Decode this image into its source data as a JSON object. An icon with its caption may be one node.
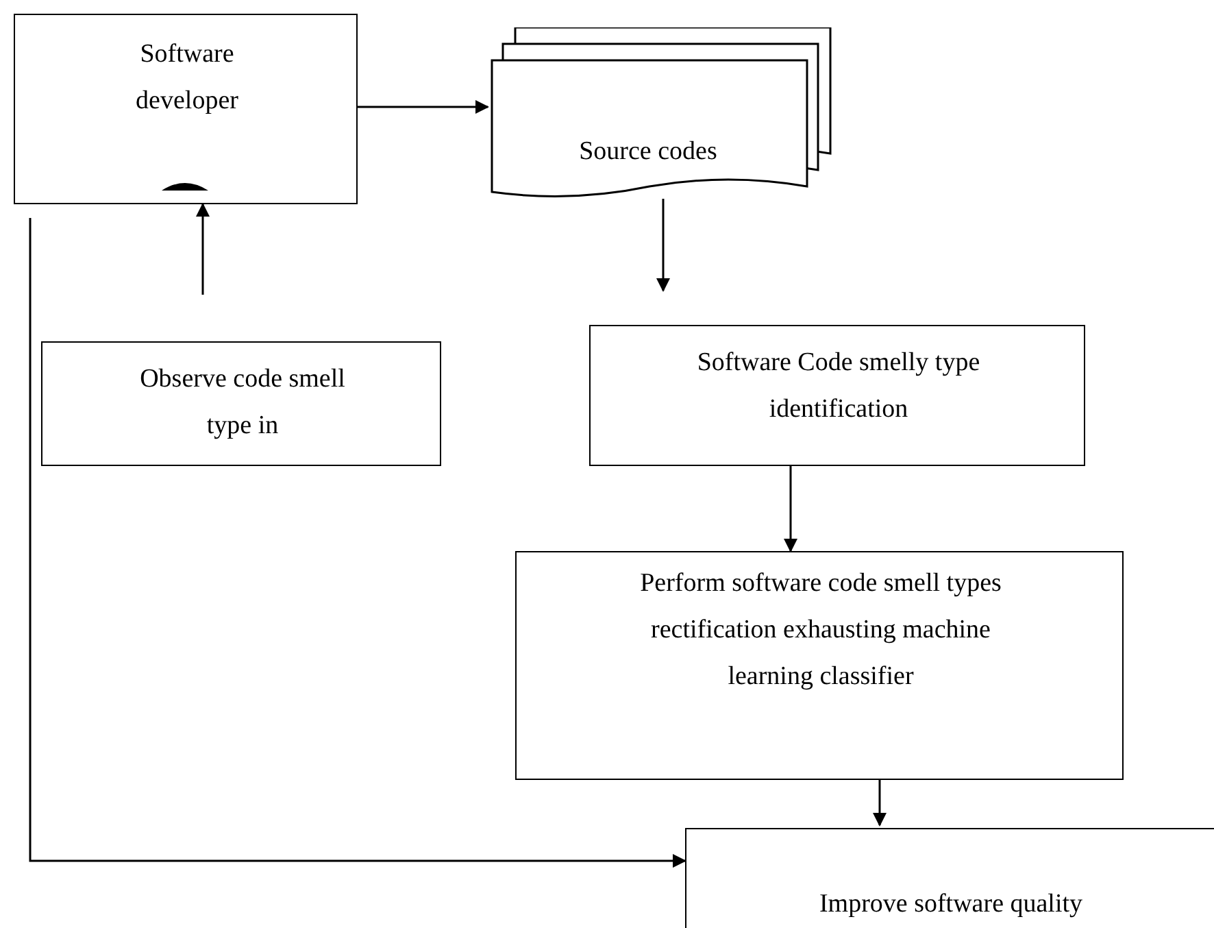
{
  "diagram": {
    "nodes": [
      {
        "text": [
          "Software developer"
        ]
      },
      {
        "text": [
          "Source codes"
        ]
      },
      {
        "text": [
          "Observe code smell type in"
        ]
      },
      {
        "text": [
          "Software Code smelly type identification"
        ]
      },
      {
        "text": [
          "Perform software code smell types rectification exhausting machine learning classifier"
        ]
      },
      {
        "text": [
          "Improve software quality"
        ]
      }
    ],
    "edges": [
      {
        "from": 0,
        "to": 1,
        "arrow": "to"
      },
      {
        "from": 1,
        "to": 3,
        "arrow": "to"
      },
      {
        "from": 2,
        "to": 0,
        "arrow": "to"
      },
      {
        "from": 3,
        "to": 4,
        "arrow": "to"
      },
      {
        "from": 4,
        "to": 5,
        "arrow": "to"
      },
      {
        "from": 0,
        "to": 5,
        "arrow": "to"
      }
    ]
  }
}
